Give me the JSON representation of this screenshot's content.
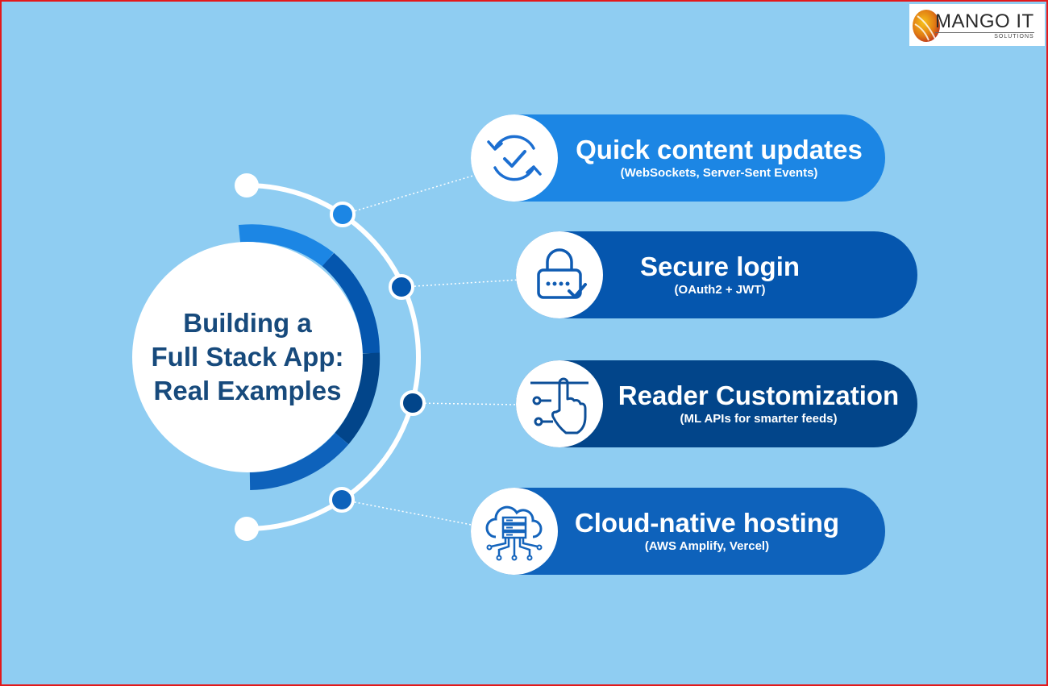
{
  "center": {
    "line1": "Building a",
    "line2": "Full Stack App:",
    "line3": "Real Examples"
  },
  "items": [
    {
      "title": "Quick content updates",
      "subtitle": "(WebSockets, Server-Sent Events)",
      "icon": "refresh-check-icon",
      "color": "#1c86e4"
    },
    {
      "title": "Secure login",
      "subtitle": "(OAuth2 + JWT)",
      "icon": "padlock-check-icon",
      "color": "#0556ae"
    },
    {
      "title": "Reader Customization",
      "subtitle": "(ML APIs for smarter feeds)",
      "icon": "hand-slider-icon",
      "color": "#02458a"
    },
    {
      "title": "Cloud-native hosting",
      "subtitle": "(AWS Amplify, Vercel)",
      "icon": "cloud-server-icon",
      "color": "#0e62bb"
    }
  ],
  "logo": {
    "brand": "MANGO IT",
    "sub": "SOLUTIONS"
  },
  "colors": {
    "background": "#8fcdf2",
    "title_text": "#174a7c",
    "border": "#e3191b"
  }
}
